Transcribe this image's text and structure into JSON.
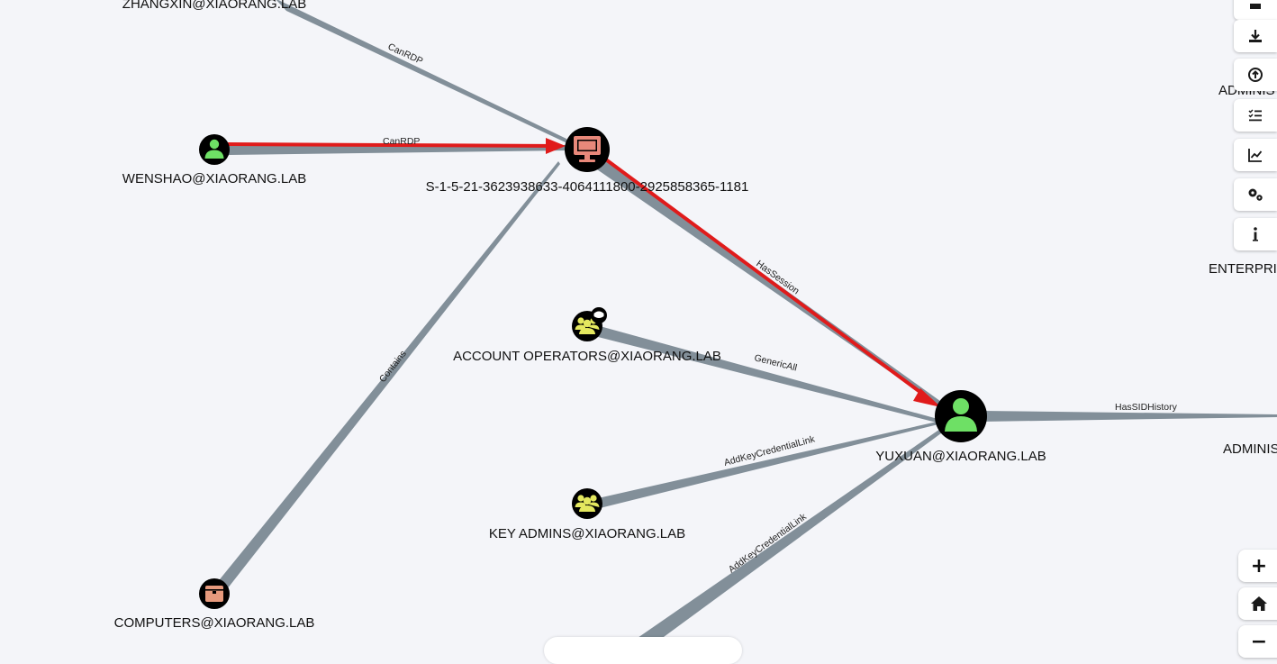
{
  "graph": {
    "nodes": {
      "zhangxin": {
        "label": "ZHANGXIN@XIAORANG.LAB",
        "kind": "user"
      },
      "wenshao": {
        "label": "WENSHAO@XIAORANG.LAB",
        "kind": "user",
        "icon_color": "#6ee065"
      },
      "computer": {
        "label": "S-1-5-21-3623938633-4064111800-2925858365-1181",
        "kind": "computer",
        "icon_color": "#e8887a"
      },
      "account_operators": {
        "label": "ACCOUNT OPERATORS@XIAORANG.LAB",
        "kind": "group",
        "icon_color": "#e4e85f"
      },
      "key_admins": {
        "label": "KEY ADMINS@XIAORANG.LAB",
        "kind": "group",
        "icon_color": "#e4e85f"
      },
      "computers": {
        "label": "COMPUTERS@XIAORANG.LAB",
        "kind": "ou",
        "icon_color": "#e79a7d"
      },
      "yuxuan": {
        "label": "YUXUAN@XIAORANG.LAB",
        "kind": "user",
        "icon_color": "#6ee065"
      },
      "admin_right": {
        "label": "ADMINIS",
        "kind": "offscreen"
      },
      "admin_top": {
        "label": "ADMINIS",
        "kind": "offscreen"
      },
      "enterprise": {
        "label": "ENTERPRIS",
        "kind": "offscreen"
      }
    },
    "edges": {
      "canrdp_zhangxin": "CanRDP",
      "canrdp_wenshao": "CanRDP",
      "hassession": "HasSession",
      "contains": "Contains",
      "genericall": "GenericAll",
      "addkey_1": "AddKeyCredentialLink",
      "addkey_2": "AddKeyCredentialLink",
      "hassidhistory": "HasSIDHistory"
    },
    "colors": {
      "edge": "#828f99",
      "highlight_path": "#e01b1b",
      "background": "#f4f5f9"
    }
  },
  "toolbar": {
    "icons": [
      "image-export-icon",
      "download-icon",
      "upload-icon",
      "checklist-icon",
      "chart-icon",
      "settings-icon",
      "info-icon"
    ]
  },
  "zoom": {
    "zoom_in": "+",
    "home": "home-icon",
    "zoom_out": "−"
  }
}
